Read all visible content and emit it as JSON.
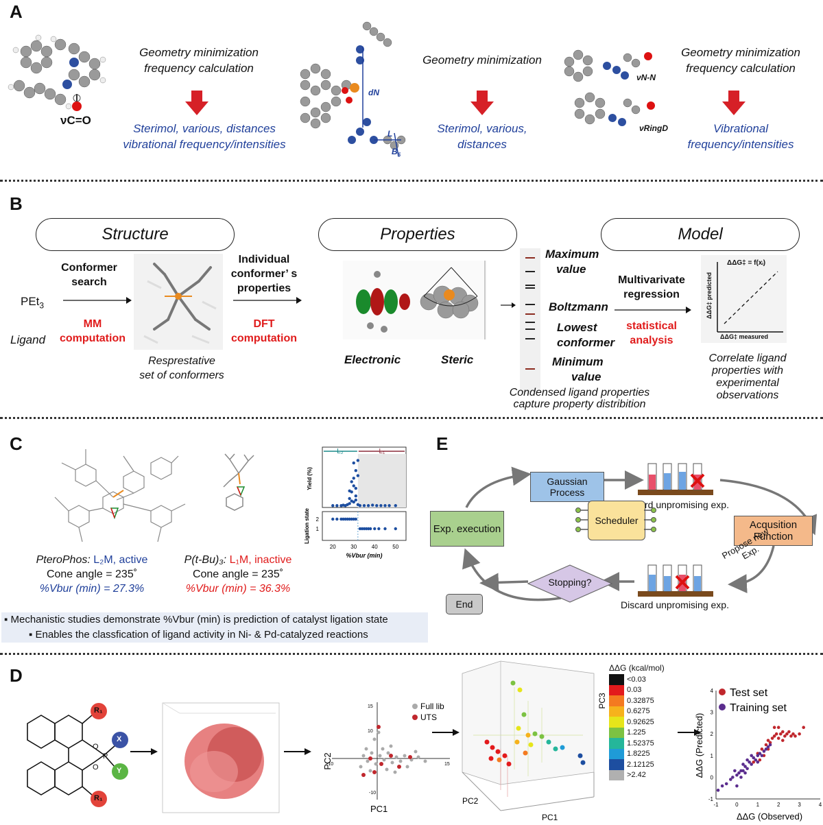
{
  "panel_a": {
    "label": "A",
    "mol1_label": "νC=O",
    "step1_top_l1": "Geometry minimization",
    "step1_top_l2": "frequency calculation",
    "step1_bottom_l1": "Sterimol, various, distances",
    "step1_bottom_l2": "vibrational frequency/intensities",
    "mol2_dn": "dN",
    "mol2_L": "L",
    "mol2_B5": "B",
    "mol2_B5_sub": "5",
    "step2_top": "Geometry minimization",
    "step2_bottom_l1": "Sterimol, various,",
    "step2_bottom_l2": "distances",
    "mol3_vnn": "νN-N",
    "mol3_vring": "νRingD",
    "step3_top_l1": "Geometry minimization",
    "step3_top_l2": "frequency calculation",
    "step3_bottom_l1": "Vibrational",
    "step3_bottom_l2": "frequency/intensities"
  },
  "panel_b": {
    "label": "B",
    "pill_structure": "Structure",
    "pill_properties": "Properties",
    "pill_model": "Model",
    "ligand_formula": "PEt",
    "ligand_formula_sub": "3",
    "ligand_caption": "Ligand",
    "conformer_search_l1": "Conformer",
    "conformer_search_l2": "search",
    "mm_l1": "MM",
    "mm_l2": "computation",
    "conformers_caption_l1": "Resprestative",
    "conformers_caption_l2": "set of conformers",
    "individual_l1": "Individual",
    "individual_l2": "conformer’ s",
    "individual_l3": "properties",
    "dft_l1": "DFT",
    "dft_l2": "computation",
    "electronic": "Electronic",
    "steric": "Steric",
    "max_l1": "Maximum",
    "max_l2": "value",
    "boltzmann": "Boltzmann",
    "lowest_l1": "Lowest",
    "lowest_l2": "conformer",
    "min_l1": "Minimum",
    "min_l2": "value",
    "condensed_l1": "Condensed ligand properties",
    "condensed_l2": "capture property distribition",
    "mvr_l1": "Multivarivate",
    "mvr_l2": "regression",
    "stat_l1": "statistical",
    "stat_l2": "analysis",
    "model_eq": "ΔΔG‡ = f(xᵢ)",
    "model_y": "ΔΔG‡ predicted",
    "model_x": "ΔΔG‡ measured",
    "correlate_l1": "Correlate ligand",
    "correlate_l2": "properties with",
    "correlate_l3": "experimental",
    "correlate_l4": "observations"
  },
  "panel_c": {
    "label": "C",
    "pterophos_name": "PteroPhos:",
    "pterophos_state": " L₂M, active",
    "pterophos_cone": "Cone angle = 235˚",
    "pterophos_vbur": "%Vbur (min) = 27.3%",
    "ptbu_name": "P(t-Bu)₃:",
    "ptbu_state": " L₁M, inactive",
    "ptbu_cone": "Cone angle = 235˚",
    "ptbu_vbur": "%Vbur (min) = 36.3%",
    "bullet1": "▪ Mechanistic studies demonstrate %Vbur (min) is prediction of catalyst ligation state",
    "bullet2": "▪ Enables the classfication of ligand activity in Ni- & Pd-catalyzed reactions"
  },
  "panel_e": {
    "label": "E",
    "gaussian_l1": "Gaussian",
    "gaussian_l2": "Process",
    "discard_top": "Discard unpromising exp.",
    "acq_l1": "Acqusition",
    "acq_l2": "Function",
    "scheduler": "Scheduler",
    "exp_exec": "Exp. execution",
    "propose_l1": "Propose new",
    "propose_l2": "Exp.",
    "stopping": "Stopping?",
    "discard_bottom": "Discard unpromising exp.",
    "end": "End"
  },
  "panel_d": {
    "label": "D",
    "r1_top": "R₁",
    "r1_bottom": "R₁",
    "sub_x": "X",
    "sub_y": "Y",
    "atom_o1": "O",
    "atom_o2": "O",
    "atom_p": "P",
    "pca_xlabel": "PC1",
    "pca_ylabel": "PC2",
    "pca_legend_full": "Full lib",
    "pca_legend_uts": "UTS",
    "pca_ticks": [
      "15",
      "10",
      "-10",
      "-10",
      "15"
    ],
    "pc3d_x": "PC1",
    "pc3d_y": "PC2",
    "pc3d_z": "PC3",
    "colorbar_title": "ΔΔG (kcal/mol)",
    "colorbar_labels": [
      "<0.03",
      "0.03",
      "0.32875",
      "0.6275",
      "0.92625",
      "1.225",
      "1.52375",
      "1.8225",
      "2.12125",
      ">2.42"
    ],
    "colorbar_colors": [
      "#111111",
      "#e31a1c",
      "#f47a20",
      "#f6b21c",
      "#e6e51a",
      "#7cc242",
      "#25b69a",
      "#1f9bd7",
      "#1d4ea0",
      "#b0b0b0"
    ],
    "scatter_xlabel": "ΔΔG (Observed)",
    "scatter_ylabel": "ΔΔG (Predicted)",
    "legend_test": "Test set",
    "legend_train": "Training set",
    "test_color": "#c0272d",
    "train_color": "#5b2d8e",
    "scatter_xticks": [
      "-1",
      "0",
      "1",
      "2",
      "3",
      "4"
    ],
    "scatter_yticks": [
      "4",
      "3",
      "2",
      "1",
      "0",
      "-1"
    ]
  },
  "chart_data": [
    {
      "type": "scatter",
      "title": "",
      "xlabel": "%Vbur (min)",
      "ylabel_top": "Yield (%)",
      "ylabel_bottom": "Ligation state",
      "regions": [
        "L₂",
        "L₁"
      ],
      "region_split_x": 32,
      "xlim": [
        15,
        55
      ],
      "xticks": [
        "20",
        "30",
        "40",
        "50"
      ],
      "yticks_bottom": [
        "2",
        "1"
      ],
      "yield_points": [
        [
          26,
          1
        ],
        [
          28,
          5
        ],
        [
          28,
          15
        ],
        [
          29,
          28
        ],
        [
          30,
          8
        ],
        [
          30,
          40
        ],
        [
          30,
          55
        ],
        [
          31,
          20
        ],
        [
          31,
          35
        ],
        [
          31,
          70
        ],
        [
          32,
          3
        ],
        [
          32,
          60
        ],
        [
          32,
          90
        ],
        [
          30,
          85
        ],
        [
          29,
          48
        ],
        [
          29,
          10
        ],
        [
          27,
          3
        ],
        [
          25,
          2
        ],
        [
          24,
          1
        ],
        [
          22,
          1
        ],
        [
          20,
          1
        ],
        [
          33,
          1
        ],
        [
          35,
          1
        ],
        [
          37,
          1
        ],
        [
          39,
          2
        ],
        [
          41,
          1
        ],
        [
          43,
          1
        ],
        [
          45,
          1
        ],
        [
          47,
          1
        ],
        [
          50,
          1
        ],
        [
          28,
          30
        ],
        [
          31,
          12
        ]
      ],
      "ligation_points": [
        [
          20,
          2
        ],
        [
          22,
          2
        ],
        [
          24,
          2
        ],
        [
          25,
          2
        ],
        [
          26,
          2
        ],
        [
          27,
          2
        ],
        [
          28,
          2
        ],
        [
          29,
          2
        ],
        [
          30,
          2
        ],
        [
          31,
          2
        ],
        [
          33,
          1
        ],
        [
          34,
          1
        ],
        [
          35,
          1
        ],
        [
          36,
          1
        ],
        [
          37,
          1
        ],
        [
          38,
          1
        ],
        [
          40,
          1
        ],
        [
          42,
          1
        ],
        [
          45,
          1
        ],
        [
          50,
          1
        ]
      ]
    },
    {
      "type": "scatter",
      "title": "",
      "xlabel": "ΔΔG (Observed)",
      "ylabel": "ΔΔG (Predicted)",
      "xlim": [
        -1,
        4
      ],
      "ylim": [
        -1,
        4
      ],
      "series": [
        {
          "name": "Test set",
          "points": [
            [
              1.0,
              1.1
            ],
            [
              1.2,
              1.3
            ],
            [
              1.4,
              1.5
            ],
            [
              1.5,
              1.7
            ],
            [
              1.6,
              1.6
            ],
            [
              1.7,
              1.8
            ],
            [
              1.8,
              1.9
            ],
            [
              1.9,
              2.0
            ],
            [
              2.0,
              1.8
            ],
            [
              2.1,
              2.0
            ],
            [
              2.2,
              2.1
            ],
            [
              2.3,
              1.9
            ],
            [
              2.4,
              2.0
            ],
            [
              2.5,
              2.1
            ],
            [
              2.6,
              1.9
            ],
            [
              2.7,
              2.0
            ],
            [
              2.8,
              1.9
            ],
            [
              3.0,
              2.0
            ],
            [
              3.2,
              2.3
            ],
            [
              1.3,
              1.0
            ],
            [
              1.1,
              0.8
            ],
            [
              0.8,
              0.7
            ],
            [
              2.0,
              2.3
            ],
            [
              1.8,
              2.3
            ],
            [
              1.5,
              1.3
            ],
            [
              2.2,
              1.7
            ]
          ]
        },
        {
          "name": "Training set",
          "points": [
            [
              -0.9,
              -0.6
            ],
            [
              -0.7,
              -0.4
            ],
            [
              -0.5,
              -0.3
            ],
            [
              -0.3,
              -0.1
            ],
            [
              -0.2,
              0.0
            ],
            [
              0.0,
              0.1
            ],
            [
              0.1,
              0.2
            ],
            [
              0.2,
              0.3
            ],
            [
              0.3,
              0.3
            ],
            [
              0.4,
              0.5
            ],
            [
              0.5,
              0.4
            ],
            [
              0.6,
              0.7
            ],
            [
              0.7,
              0.6
            ],
            [
              0.8,
              0.9
            ],
            [
              0.9,
              0.8
            ],
            [
              1.0,
              1.0
            ],
            [
              1.1,
              1.1
            ],
            [
              1.2,
              1.0
            ],
            [
              1.3,
              1.2
            ],
            [
              1.4,
              1.3
            ],
            [
              1.5,
              1.4
            ],
            [
              1.6,
              1.5
            ],
            [
              0.3,
              0.6
            ],
            [
              0.5,
              0.8
            ],
            [
              0.0,
              -0.4
            ],
            [
              -0.1,
              0.3
            ],
            [
              0.2,
              0.0
            ],
            [
              0.7,
              1.0
            ],
            [
              1.0,
              0.7
            ],
            [
              0.4,
              0.2
            ]
          ]
        }
      ]
    }
  ]
}
